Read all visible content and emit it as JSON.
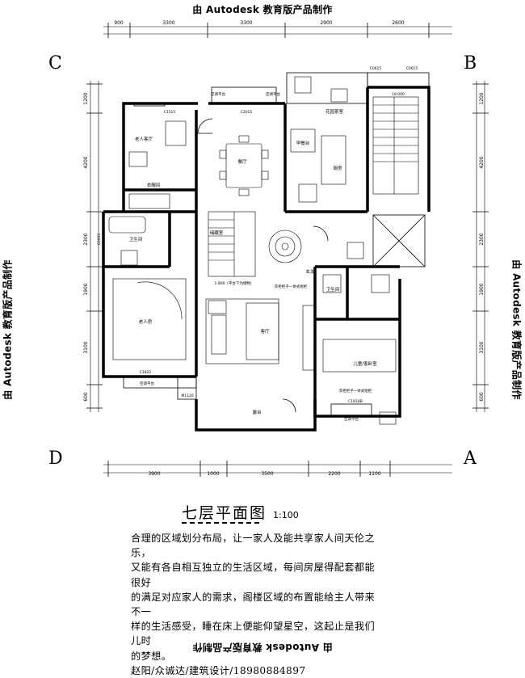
{
  "watermark": "由 Autodesk 教育版产品制作",
  "corners": {
    "top_left": "C",
    "top_right": "B",
    "bottom_left": "D",
    "bottom_right": "A"
  },
  "dims_top": [
    "900",
    "3300",
    "3300",
    "2900",
    "2600"
  ],
  "dims_bottom": [
    "3900",
    "1000",
    "3500",
    "2200",
    "1100"
  ],
  "dims_left": [
    "1200",
    "4200",
    "2300",
    "1900",
    "3100",
    "600"
  ],
  "dims_right": [
    "1200",
    "4200",
    "2300",
    "1900",
    "3100",
    "600"
  ],
  "rooms": {
    "elder_living": "老人客厅",
    "dining": "餐厅",
    "garden_tea": "花园茶室",
    "breakfast": "早餐台",
    "kitchen": "厨房",
    "cloakroom": "衣帽间",
    "bathroom_left": "卫生间",
    "storage": "储藏室",
    "foyer": "玄关",
    "bathroom_right": "卫生间",
    "elder_room": "老人房",
    "living": "客厅",
    "guest_room": "儿童/客卧室",
    "terrace": "露台"
  },
  "labels": {
    "c1515": "C1515",
    "c2015": "C2015",
    "c0615_a": "C0615",
    "c0615_b": "C0615",
    "stair_width": "18.000",
    "c0915": "C0915",
    "c1822": "C1822",
    "c1818b": "C1818B",
    "m1120": "M1120",
    "level_note": "1.800（平台下为储物）",
    "ac_top_left": "空调平台",
    "ac_top_mid": "空调平台",
    "ac_bottom_left": "空调平台",
    "ac_bottom_right": "空调平台",
    "wardrobe_note_1": "衣柜柜子一体式组柜",
    "wardrobe_note_2": "衣柜柜子一体式组柜"
  },
  "title": {
    "name": "七层平面图",
    "scale": "1:100"
  },
  "description": [
    "合理的区域划分布局，让一家人及能共享家人间天伦之乐，",
    "又能有各自相互独立的生活区域，每间房屋得配套都能很好",
    "的满足对应家人的需求，阁楼区域的布置能给主人带来不一",
    "样的生活感受，睡在床上便能仰望星空，这起止是我们儿时",
    "的梦想。",
    "赵阳/众诚达/建筑设计/18980884897"
  ]
}
